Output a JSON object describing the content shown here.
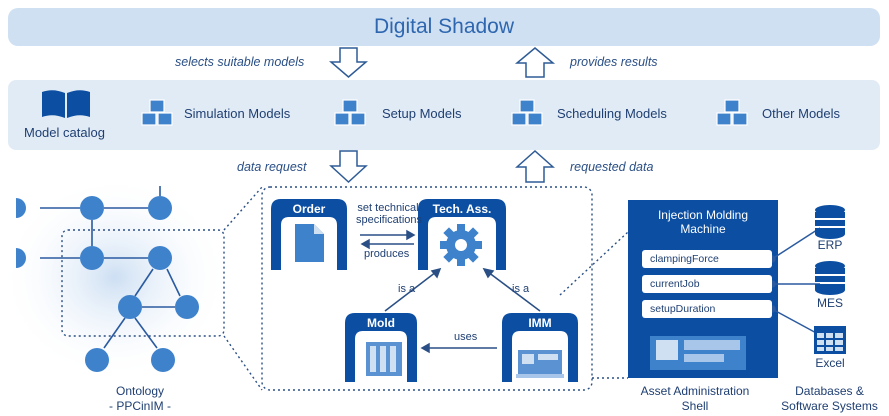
{
  "header": {
    "title": "Digital Shadow"
  },
  "arrows": {
    "selects": "selects suitable models",
    "provides": "provides results",
    "data_request": "data request",
    "requested_data": "requested data"
  },
  "models": {
    "catalog": "Model catalog",
    "simulation": "Simulation Models",
    "setup": "Setup Models",
    "scheduling": "Scheduling Models",
    "other": "Other Models"
  },
  "ontology_box": {
    "order": "Order",
    "tech_ass": "Tech. Ass.",
    "set_tech_line1": "set technical",
    "set_tech_line2": "specifications",
    "produces": "produces",
    "is_a_left": "is a",
    "is_a_right": "is a",
    "mold": "Mold",
    "imm": "IMM",
    "uses": "uses"
  },
  "aas": {
    "title_line1": "Injection Molding",
    "title_line2": "Machine",
    "props": [
      "clampingForce",
      "currentJob",
      "setupDuration"
    ],
    "caption_line1": "Asset Administration",
    "caption_line2": "Shell"
  },
  "ontology": {
    "line1": "Ontology",
    "line2": "- PPCinIM -"
  },
  "databases": {
    "items": [
      "ERP",
      "MES",
      "Excel"
    ],
    "caption_line1": "Databases &",
    "caption_line2": "Software Systems"
  },
  "colors": {
    "primary": "#0b4ea2",
    "node": "#3f82cc",
    "banner": "#cfe0f2",
    "bar": "#e1ebf6"
  }
}
